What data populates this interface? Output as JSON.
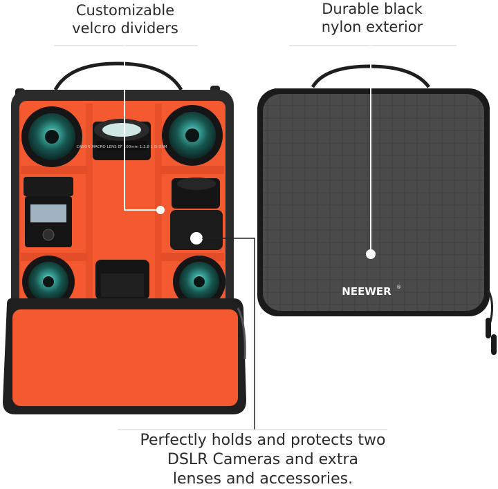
{
  "captions": {
    "dividers": [
      "Customizable",
      "velcro dividers"
    ],
    "exterior": [
      "Durable black",
      "nylon exterior"
    ],
    "bottom": [
      "Perfectly holds and protects two",
      "DSLR Cameras and extra",
      "lenses and accessories."
    ]
  },
  "brand": {
    "logo": "NEEWER",
    "mark": "®"
  },
  "lens_text": "CANON MACRO LENS EF 100mm 1:2.8 L IS USM",
  "colors": {
    "orange": "#f4592f",
    "case": "#2b2b2b",
    "exterior": "#4a4a4a",
    "lens": "#1f6b66"
  }
}
